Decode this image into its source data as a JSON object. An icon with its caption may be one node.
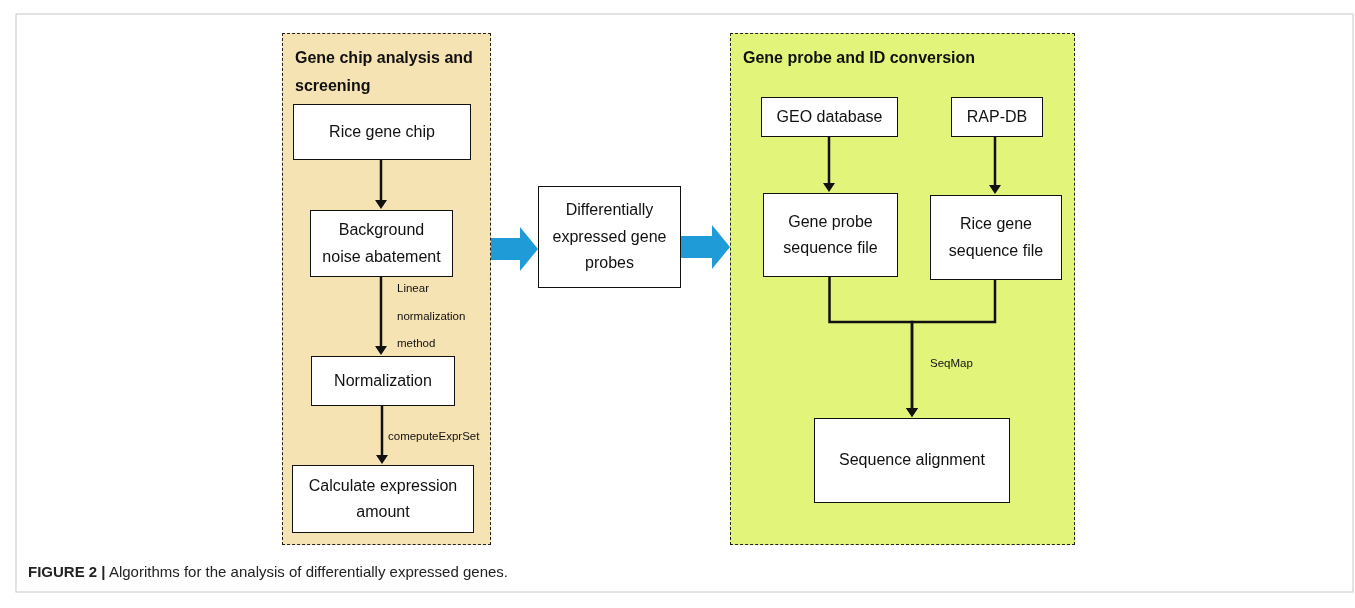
{
  "diagram": {
    "caption": "**FIGURE 2 |** Algorithms for the analysis of differentially expressed genes.",
    "nodes": [
      {
        "text": [
          "Gene chip analysis and screening"
        ]
      },
      {
        "text": [
          "Rice gene chip"
        ],
        "in": 0
      },
      {
        "text": [
          "Background noise abatement"
        ],
        "in": 0
      },
      {
        "text": [
          "Normalization"
        ],
        "in": 0
      },
      {
        "text": [
          "Calculate expression amount"
        ],
        "in": 0
      },
      {
        "text": [
          "Differentially expressed gene probes"
        ]
      },
      {
        "text": [
          "Gene probe and ID conversion"
        ]
      },
      {
        "text": [
          "GEO database"
        ],
        "in": 6
      },
      {
        "text": [
          "RAP-DB"
        ],
        "in": 6
      },
      {
        "text": [
          "Gene probe sequence file"
        ],
        "in": 6
      },
      {
        "text": [
          "Rice gene sequence file"
        ],
        "in": 6
      },
      {
        "text": [
          "Sequence alignment"
        ],
        "in": 6
      }
    ],
    "edges": [
      {
        "from": 1,
        "to": 2,
        "arrow": "to"
      },
      {
        "from": 2,
        "to": 3,
        "arrow": "to",
        "label": "Linear normalization method"
      },
      {
        "from": 3,
        "to": 4,
        "arrow": "to",
        "label": "comeputeExprSet"
      },
      {
        "from": 0,
        "to": 5,
        "arrow": "to",
        "style": "thick",
        "color": "#1f9bd7"
      },
      {
        "from": 5,
        "to": 6,
        "arrow": "to",
        "style": "thick",
        "color": "#1f9bd7"
      },
      {
        "from": 7,
        "to": 9,
        "arrow": "to"
      },
      {
        "from": 8,
        "to": 10,
        "arrow": "to"
      },
      {
        "from": 9,
        "to": 11,
        "arrow": "to",
        "label": "SeqMap"
      },
      {
        "from": 10,
        "to": 11,
        "arrow": "to"
      }
    ]
  }
}
